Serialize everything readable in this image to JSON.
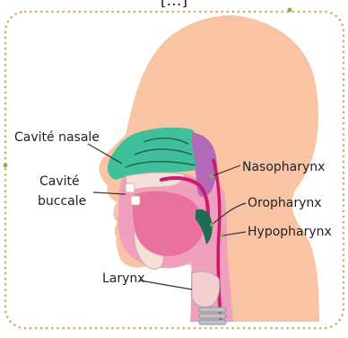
{
  "header": {
    "title_fragment": "[…]"
  },
  "labels": {
    "nasal_cavity": "Cavité nasale",
    "oral_cavity_line1": "Cavité",
    "oral_cavity_line2": "buccale",
    "nasopharynx": "Nasopharynx",
    "oropharynx": "Oropharynx",
    "hypopharynx": "Hypopharynx",
    "larynx": "Larynx"
  },
  "colors": {
    "skin": "#f9c4a3",
    "pink_tissue": "#f0a0bc",
    "tongue": "#e9719d",
    "magenta_line": "#d0186b",
    "teal": "#3fbf9a",
    "dark_teal": "#1f6b58",
    "purple": "#b06ab7",
    "bone": "#f6e0d7",
    "frame_dots": "#c9b06a",
    "accent_dot": "#7ab648"
  }
}
